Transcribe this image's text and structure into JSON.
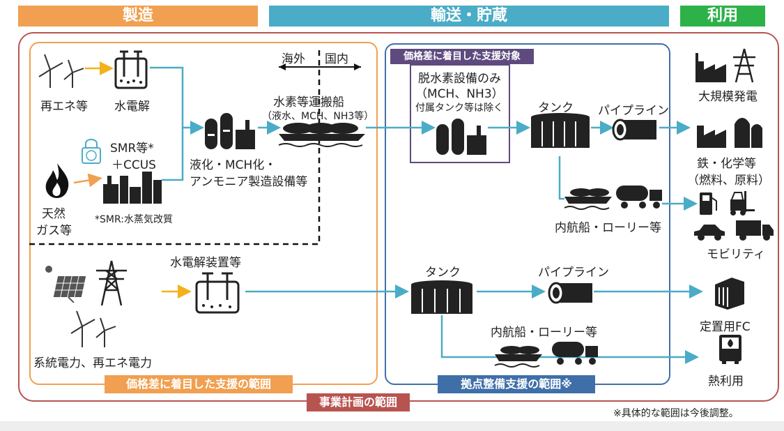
{
  "headers": {
    "manufacturing": "製造",
    "transport": "輸送・貯蔵",
    "usage": "利用"
  },
  "left": {
    "renewables": "再エネ等",
    "electrolysis": "水電解",
    "smr_line1": "SMR等*",
    "smr_line2": "＋CCUS",
    "natural_gas_line1": "天然",
    "natural_gas_line2": "ガス等",
    "smr_note": "*SMR:水蒸気改質",
    "overseas": "海外",
    "domestic": "国内",
    "ship_title": "水素等運搬船",
    "ship_sub": "（液水、MCH、NH3等）",
    "liquefaction_line1": "液化・MCH化・",
    "liquefaction_line2": "アンモニア製造設備等",
    "electrolysis_device": "水電解装置等",
    "grid_power": "系統電力、再エネ電力",
    "price_gap_support_scope": "価格差に着目した支援の範囲"
  },
  "middle": {
    "support_target_label": "価格差に着目した支援対象",
    "dehydrogen_line1": "脱水素設備のみ",
    "dehydrogen_line2": "（MCH、NH3）",
    "dehydrogen_line3": "付属タンク等は除く",
    "tank_top": "タンク",
    "pipeline_top": "パイプライン",
    "coastal_top": "内航船・ローリー等",
    "tank_bottom": "タンク",
    "pipeline_bottom": "パイプライン",
    "coastal_bottom": "内航船・ローリー等",
    "hub_support_scope": "拠点整備支援の範囲※"
  },
  "right": {
    "large_power": "大規模発電",
    "steel_line1": "鉄・化学等",
    "steel_line2": "（燃料、原料）",
    "mobility": "モビリティ",
    "stationary_fc": "定置用FC",
    "heat_use": "熱利用"
  },
  "footer": {
    "business_plan_scope": "事業計画の範囲",
    "note": "※具体的な範囲は今後調整。"
  },
  "colors": {
    "orange": "#f0a050",
    "teal": "#4aacc6",
    "green": "#2db24a",
    "red_frame": "#b85450",
    "blue_frame": "#3f6fa8",
    "purple": "#5e4a7e",
    "arrow": "#4aacc6",
    "yellow_arrow": "#f3b21b"
  }
}
